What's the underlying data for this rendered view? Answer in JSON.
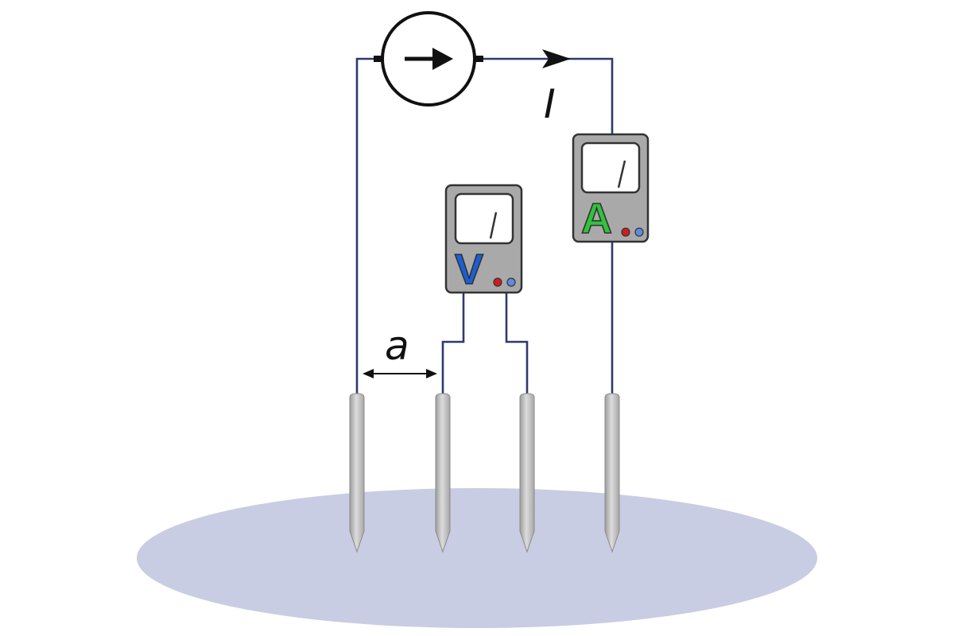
{
  "labels": {
    "current": "I",
    "spacing": "a"
  },
  "meters": {
    "voltmeter": {
      "letter": "V",
      "color": "#1a5fd6"
    },
    "ammeter": {
      "letter": "A",
      "color": "#2fc43b"
    }
  },
  "icons": {
    "source": "current-source-icon",
    "current_direction": "arrow-right-icon"
  },
  "colors": {
    "wire": "#2e3a6e",
    "ground": "#c9cde3",
    "electrode": "#c8c8c8",
    "meter_body": "#a9a9a9",
    "terminal_red": "#d01c1c",
    "terminal_blue": "#5a8fe0"
  }
}
